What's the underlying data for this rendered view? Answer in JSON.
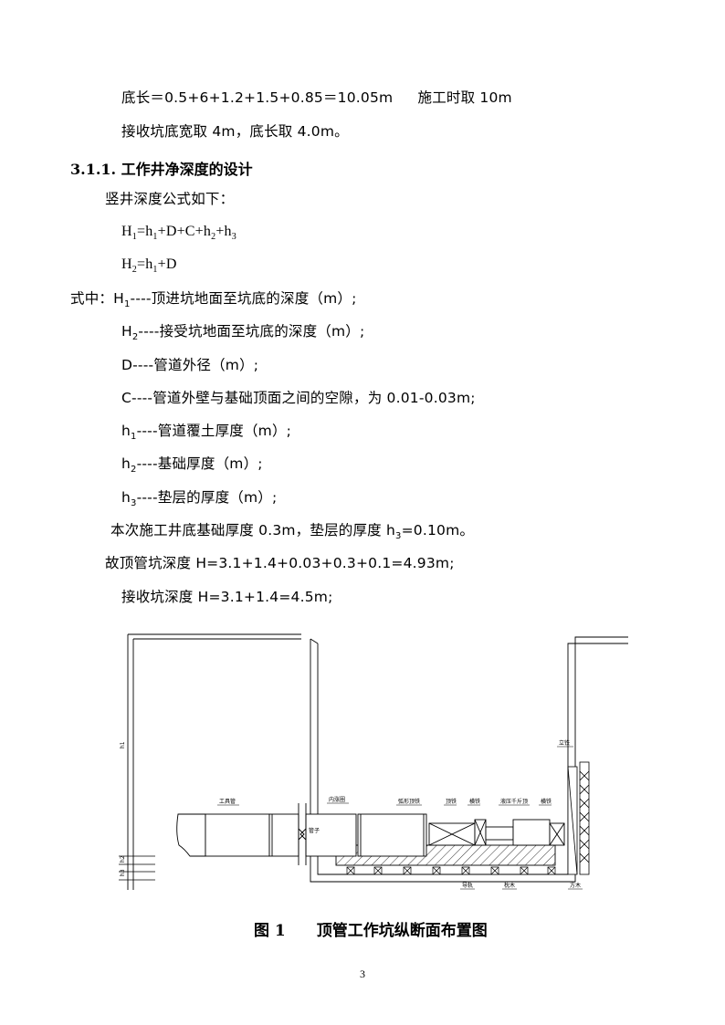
{
  "text": {
    "l1": "底长＝0.5+6+1.2+1.5+0.85＝10.05m",
    "l1b": "施工时取 10m",
    "l2": "接收坑底宽取 4m，底长取 4.0m。",
    "heading": "3.1.1. 工作井净深度的设计",
    "l3": "竖井深度公式如下：",
    "f1_a": "H",
    "f1_s1": "1",
    "f1_b": "=h",
    "f1_s2": "1",
    "f1_c": "+D+C+h",
    "f1_s3": "2",
    "f1_d": "+h",
    "f1_s4": "3",
    "f2_a": "H",
    "f2_s1": "2",
    "f2_b": "=h",
    "f2_s2": "1",
    "f2_c": "+D",
    "w1_pre": "式中：H",
    "w1_sub": "1",
    "w1_post": "----顶进坑地面至坑底的深度（m）;",
    "w2_pre": "H",
    "w2_sub": "2",
    "w2_post": "----接受坑地面至坑底的深度（m）;",
    "w3": "D----管道外径（m）;",
    "w4": "C----管道外壁与基础顶面之间的空隙，为 0.01-0.03m;",
    "w5_pre": "h",
    "w5_sub": "1",
    "w5_post": "----管道覆土厚度（m）;",
    "w6_pre": "h",
    "w6_sub": "2",
    "w6_post": "----基础厚度（m）;",
    "w7_pre": "h",
    "w7_sub": "3",
    "w7_post": "----垫层的厚度（m）;",
    "l4_pre": "本次施工井底基础厚度 0.3m，垫层的厚度 h",
    "l4_sub": "3",
    "l4_post": "=0.10m。",
    "l5": "故顶管坑深度 H=3.1+1.4+0.03+0.3+0.1=4.93m;",
    "l6": "接收坑深度 H=3.1+1.4=4.5m;",
    "caption": "图 1　　顶管工作坑纵断面布置图",
    "page": "3"
  },
  "figure": {
    "labels": {
      "h1": "h1",
      "h2": "h2",
      "h3": "h3",
      "tool_pipe": "工具管",
      "inner_jack": "内涨圈",
      "pipe": "管子",
      "ring_iron": "弧形顶铁",
      "top_iron": "顶铁",
      "plate_iron": "横铁",
      "jack": "液压千斤顶",
      "plate_iron2": "横铁",
      "vertical_iron": "立铁",
      "guide_rail": "导轨",
      "sleeper": "枕木",
      "square_wood": "方木"
    }
  }
}
